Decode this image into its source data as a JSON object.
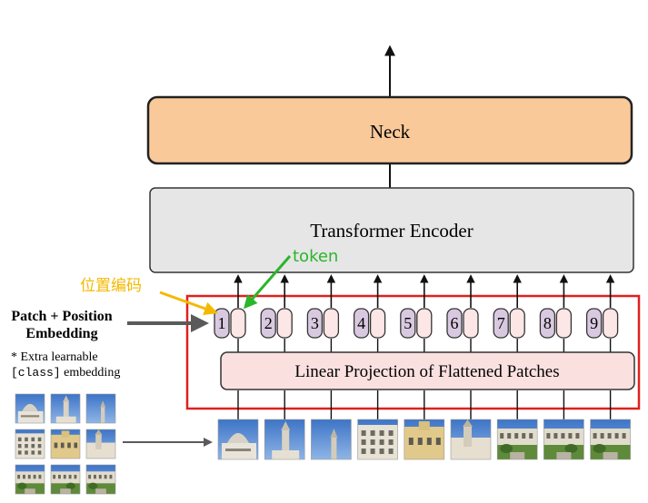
{
  "neck": {
    "label": "Neck"
  },
  "encoder": {
    "label": "Transformer Encoder"
  },
  "projection": {
    "label": "Linear Projection of Flattened Patches"
  },
  "patch_embedding": {
    "line1": "Patch + Position",
    "line2": "Embedding"
  },
  "extra_note": {
    "line1": "* Extra learnable",
    "mono": "[class]",
    "rest": " embedding"
  },
  "annotations": {
    "position_encoding": "位置编码",
    "token": "token",
    "position_color": "#f5b800",
    "token_color": "#2bb52b"
  },
  "tokens": [
    "1",
    "2",
    "3",
    "4",
    "5",
    "6",
    "7",
    "8",
    "9"
  ],
  "colors": {
    "neck_fill": "#f9c99a",
    "encoder_fill": "#e6e6e6",
    "projection_fill": "#fbe0e0",
    "position_pill": "#d9c9e0",
    "token_pill": "#fde6e6",
    "highlight_border": "#e02020",
    "gray_arrow": "#5a5a5a"
  },
  "patch_images": [
    "palace-dome-sky",
    "palace-tower-sky",
    "tower-top-sky",
    "facade-windows-left",
    "facade-center-yellow",
    "facade-tower-right",
    "garden-building-left",
    "garden-building-center",
    "garden-building-right"
  ]
}
